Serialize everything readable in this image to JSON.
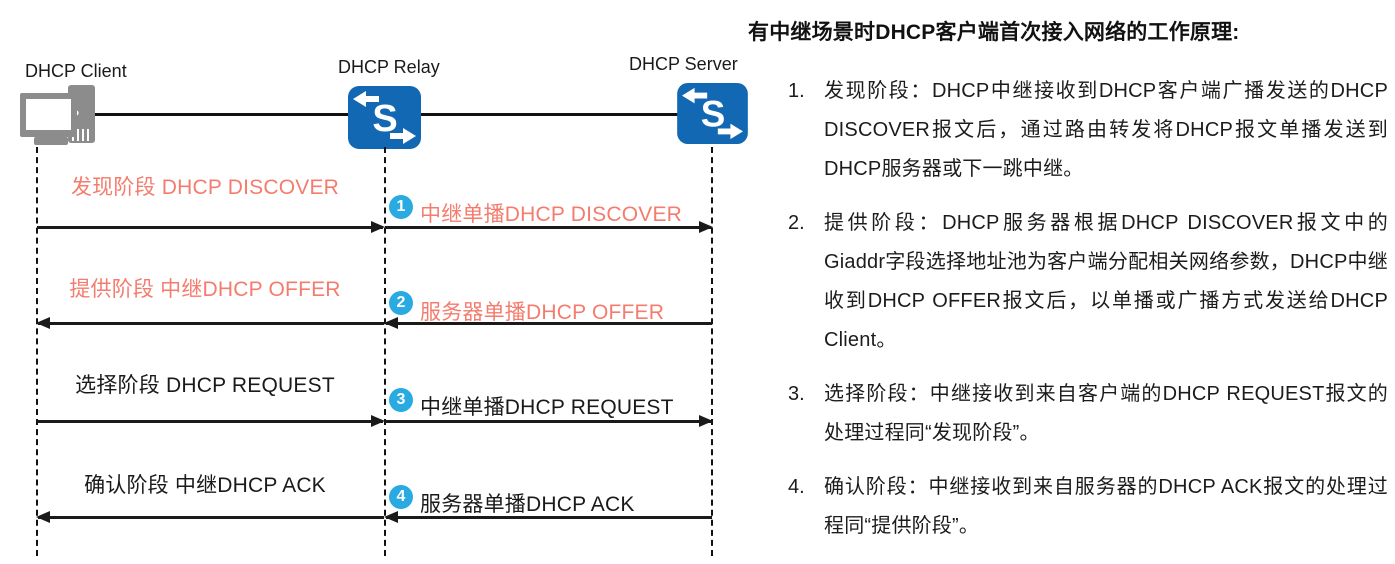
{
  "colors": {
    "salmon_text": "#F47C6E",
    "step_circle_blue": "#29ABE2",
    "switch_blue": "#1268B3",
    "icon_gray": "#8C8C8C",
    "line_black": "#1a1a1a"
  },
  "diagram": {
    "actors": [
      {
        "id": "client",
        "label": "DHCP Client"
      },
      {
        "id": "relay",
        "label": "DHCP Relay"
      },
      {
        "id": "server",
        "label": "DHCP Server"
      }
    ],
    "switch_letter": "S",
    "messages": [
      {
        "num": "",
        "label": "发现阶段 DHCP DISCOVER",
        "from": "client",
        "to": "relay",
        "style": "salmon"
      },
      {
        "num": "1",
        "label": "中继单播DHCP DISCOVER",
        "from": "relay",
        "to": "server",
        "style": "salmon"
      },
      {
        "num": "",
        "label": "提供阶段 中继DHCP OFFER",
        "from": "relay",
        "to": "client",
        "style": "salmon"
      },
      {
        "num": "2",
        "label": "服务器单播DHCP OFFER",
        "from": "server",
        "to": "relay",
        "style": "salmon"
      },
      {
        "num": "",
        "label": "选择阶段 DHCP REQUEST",
        "from": "client",
        "to": "relay",
        "style": "black"
      },
      {
        "num": "3",
        "label": "中继单播DHCP REQUEST",
        "from": "relay",
        "to": "server",
        "style": "black"
      },
      {
        "num": "",
        "label": "确认阶段 中继DHCP ACK",
        "from": "relay",
        "to": "client",
        "style": "black"
      },
      {
        "num": "4",
        "label": "服务器单播DHCP ACK",
        "from": "server",
        "to": "relay",
        "style": "black"
      }
    ]
  },
  "panel": {
    "title": "有中继场景时DHCP客户端首次接入网络的工作原理:",
    "items": [
      {
        "num": "1.",
        "text": "发现阶段：DHCP中继接收到DHCP客户端广播发送的DHCP DISCOVER报文后，通过路由转发将DHCP报文单播发送到DHCP服务器或下一跳中继。"
      },
      {
        "num": "2.",
        "text": "提供阶段：DHCP服务器根据DHCP DISCOVER报文中的Giaddr字段选择地址池为客户端分配相关网络参数，DHCP中继收到DHCP OFFER报文后，以单播或广播方式发送给DHCP Client。"
      },
      {
        "num": "3.",
        "text": "选择阶段：中继接收到来自客户端的DHCP REQUEST报文的处理过程同“发现阶段”。"
      },
      {
        "num": "4.",
        "text": "确认阶段：中继接收到来自服务器的DHCP ACK报文的处理过程同“提供阶段”。"
      }
    ]
  }
}
